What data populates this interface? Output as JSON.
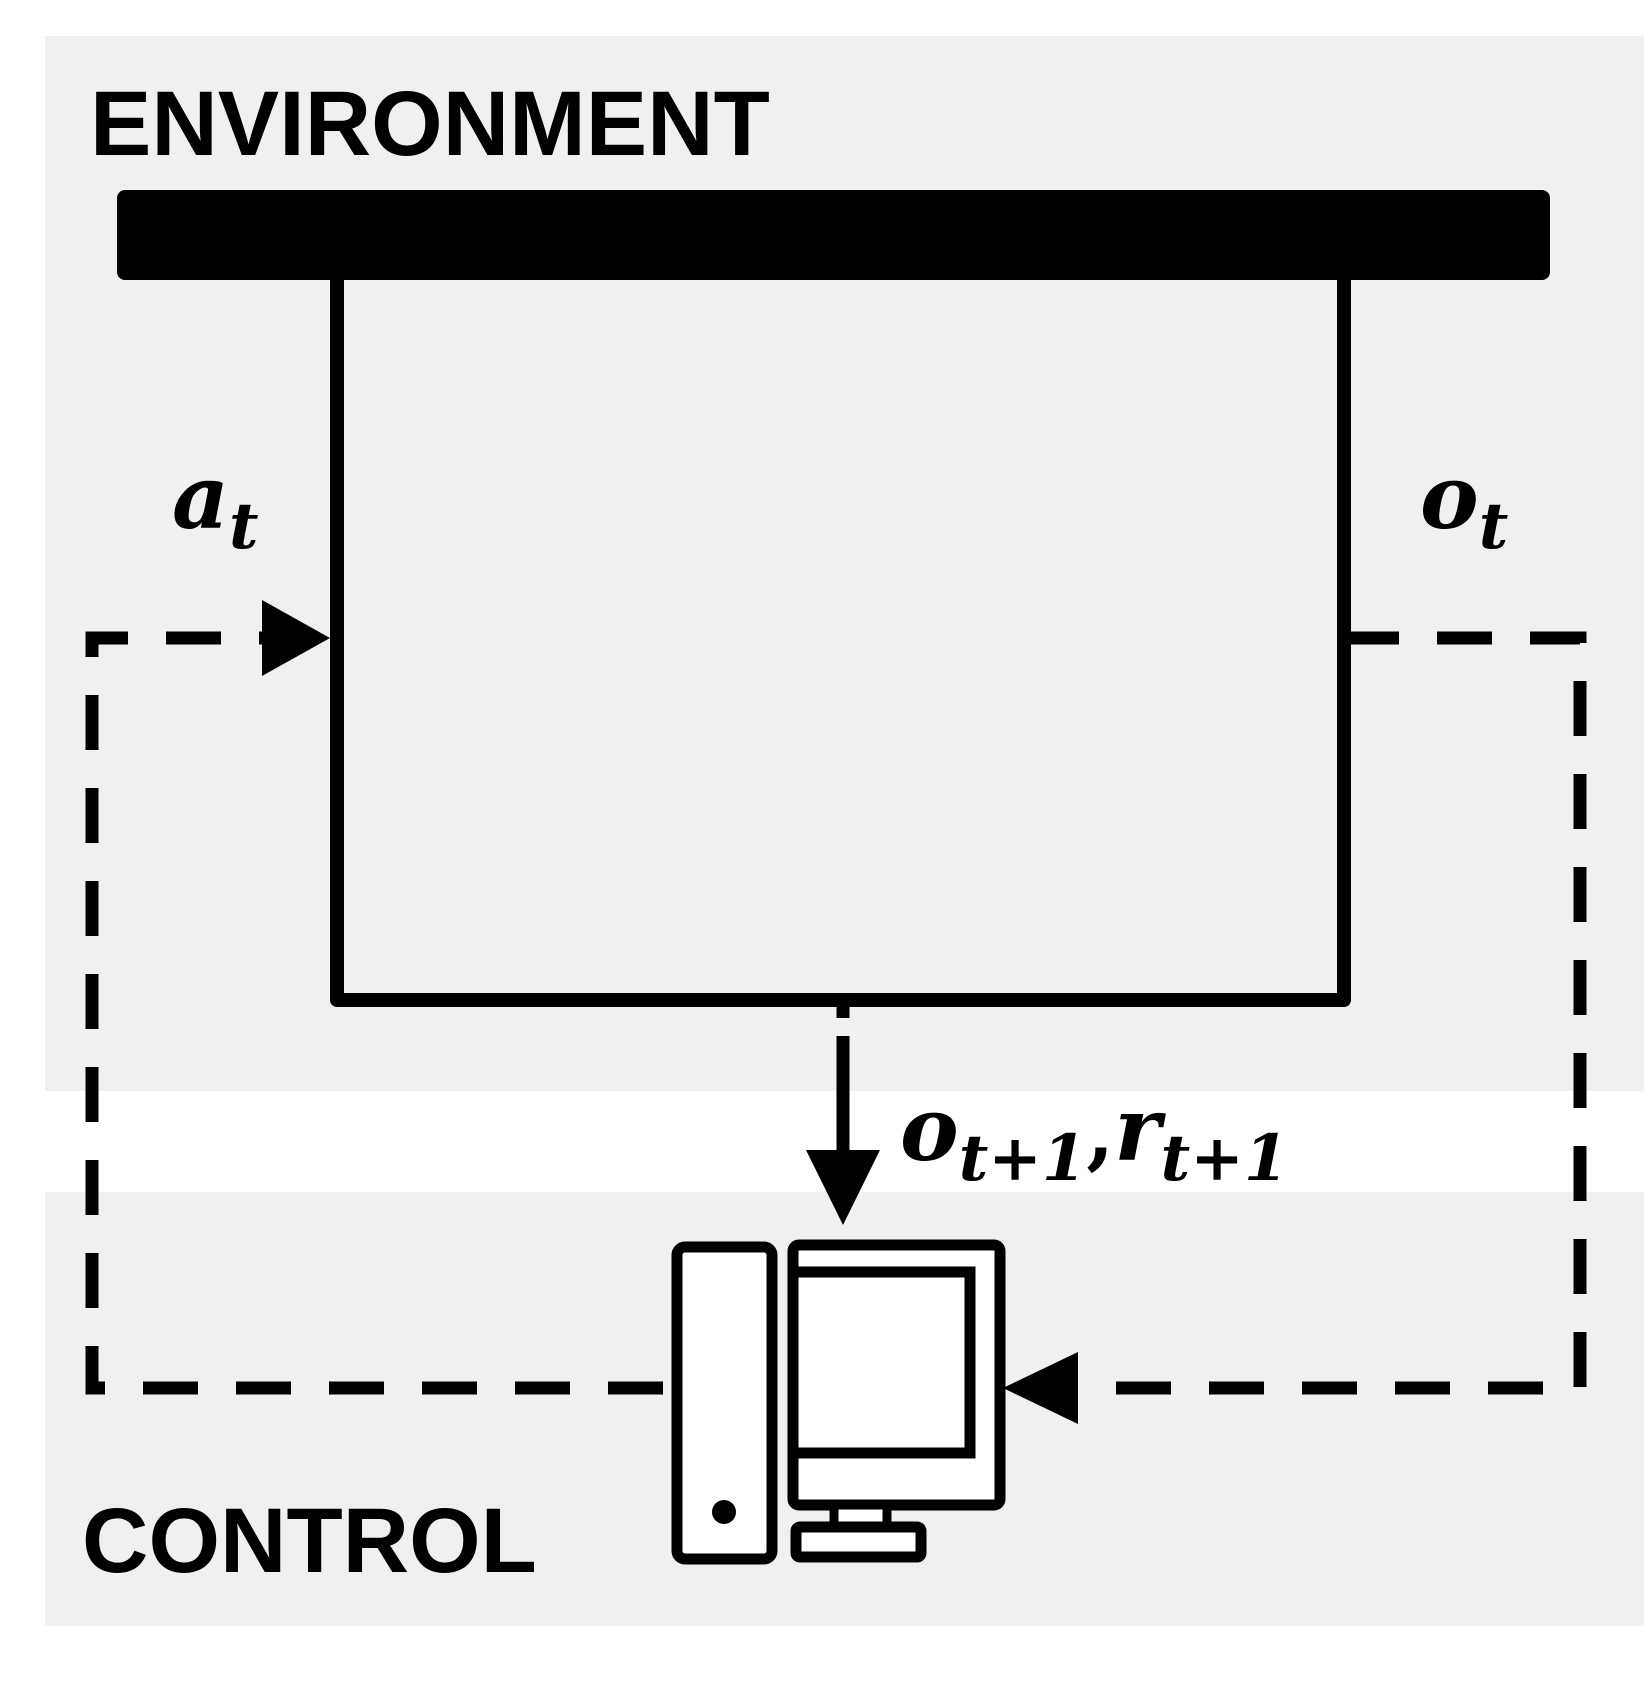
{
  "environment": {
    "label": "ENVIRONMENT"
  },
  "control": {
    "label": "CONTROL"
  },
  "signals": {
    "action": {
      "base": "a",
      "sub": "t"
    },
    "observation": {
      "base": "o",
      "sub": "t"
    },
    "next_observation": {
      "base": "o",
      "sub": "t+1"
    },
    "separator": ",",
    "next_reward": {
      "base": "r",
      "sub": "t+1"
    }
  },
  "icons": {
    "controller": "desktop-computer-icon"
  },
  "colors": {
    "panel_background": "#f0f0f0",
    "stroke": "#000000",
    "page_background": "#ffffff"
  }
}
